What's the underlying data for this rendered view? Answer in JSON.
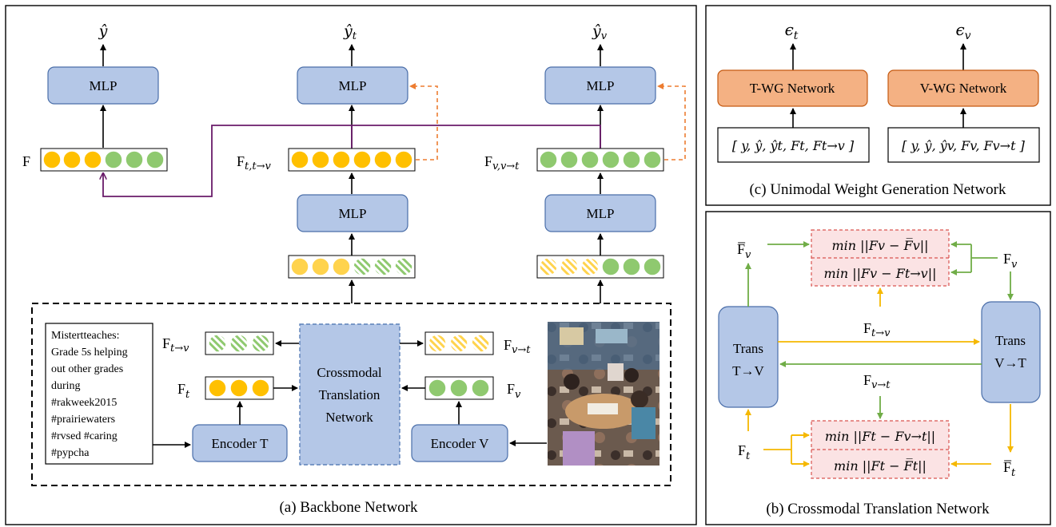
{
  "backbone": {
    "caption": "(a) Backbone Network",
    "outputs": {
      "y": "ŷ",
      "yt": "ŷ",
      "yt_sub": "t",
      "yv": "ŷ",
      "yv_sub": "v"
    },
    "mlp_label": "MLP",
    "features": {
      "F": "F",
      "Ftt_main": "F",
      "Ftt_sub": "t,t→v",
      "Fvv_main": "F",
      "Fvv_sub": "v,v→t",
      "Ft_to_v_main": "F",
      "Ft_to_v_sub": "t→v",
      "Fv_to_t_main": "F",
      "Fv_to_t_sub": "v→t",
      "Ft_main": "F",
      "Ft_sub": "t",
      "Fv_main": "F",
      "Fv_sub": "v"
    },
    "translation_network": [
      "Crossmodal",
      "Translation",
      "Network"
    ],
    "encoder_t": "Encoder T",
    "encoder_v": "Encoder V",
    "tweet_lines": [
      "Mistertteaches:",
      "Grade 5s helping",
      "out other grades",
      "during",
      "#rakweek2015",
      "#prairiewaters",
      "#rvsed #caring",
      "#pypcha"
    ]
  },
  "weight_gen": {
    "caption": "(c) Unimodal Weight Generation Network",
    "eps_t": "ϵ",
    "eps_t_sub": "t",
    "eps_v": "ϵ",
    "eps_v_sub": "v",
    "twg_label": "T-WG Network",
    "vwg_label": "V-WG Network",
    "t_input": "[ y, ŷ, ŷt, Ft, Ft→v ]",
    "v_input": "[ y, ŷ, ŷv, Fv, Fv→t ]"
  },
  "crossmodal": {
    "caption": "(b) Crossmodal Translation Network",
    "trans_t_v": [
      "Trans",
      "T→V"
    ],
    "trans_v_t": [
      "Trans",
      "V→T"
    ],
    "Fv_bar": "F̅",
    "Fv_bar_sub": "v",
    "Fv": "F",
    "Fv_sub": "v",
    "Ft": "F",
    "Ft_sub": "t",
    "Ft_bar": "F̅",
    "Ft_bar_sub": "t",
    "Ft_to_v": "F",
    "Ft_to_v_sub": "t→v",
    "Fv_to_t": "F",
    "Fv_to_t_sub": "v→t",
    "loss_v1": "min ||Fv − F̅v||",
    "loss_v2": "min ||Fv  − Ft→v||",
    "loss_t1": "min ||Ft  − Fv→t||",
    "loss_t2": "min ||Ft − F̅t||"
  },
  "colors": {
    "text_yellow": "#ffc000",
    "text_green": "#8fc96f",
    "mlp_fill": "#b4c7e7",
    "wg_fill": "#f4b183",
    "loss_fill": "#fbe3e4",
    "loss_border": "#d9534f",
    "arrow_orange": "#ed7d31",
    "arrow_purple": "#6a1b6a",
    "arrow_yellow": "#f5b800",
    "arrow_green": "#70ad47"
  }
}
